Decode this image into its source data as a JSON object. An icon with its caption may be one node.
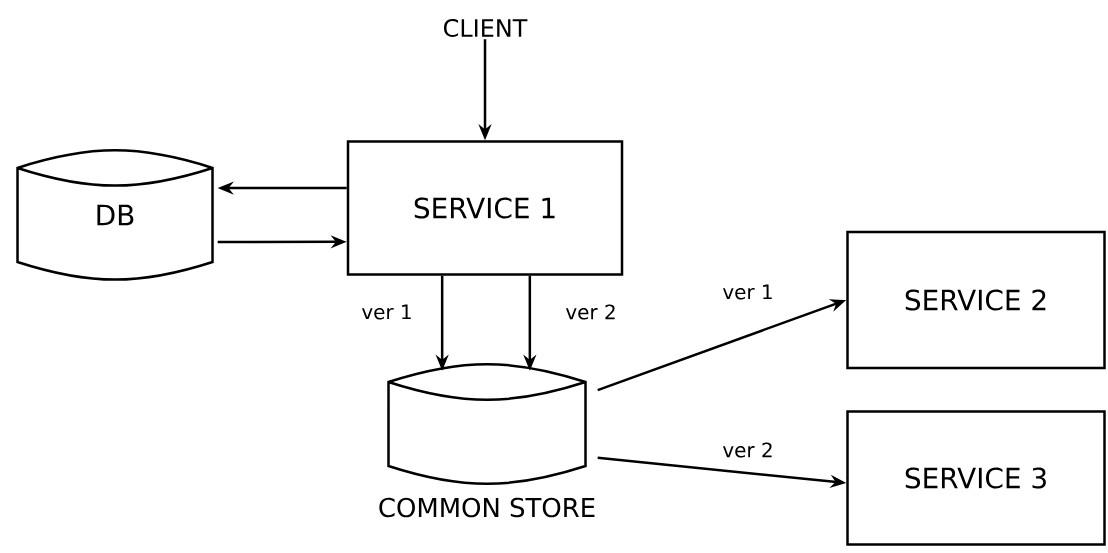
{
  "diagram": {
    "nodes": [
      {
        "text": [
          "CLIENT"
        ]
      },
      {
        "text": [
          "SERVICE 1"
        ]
      },
      {
        "text": [
          "DB"
        ]
      },
      {
        "text": [
          "COMMON STORE"
        ]
      },
      {
        "text": [
          "SERVICE 2"
        ]
      },
      {
        "text": [
          "SERVICE 3"
        ]
      }
    ],
    "edges": [
      {
        "from": 0,
        "to": 1,
        "arrow": "to"
      },
      {
        "from": 1,
        "to": 2,
        "arrow": "to"
      },
      {
        "from": 2,
        "to": 1,
        "arrow": "to"
      },
      {
        "from": 1,
        "to": 3,
        "arrow": "to",
        "label": "ver 1"
      },
      {
        "from": 1,
        "to": 3,
        "arrow": "to",
        "label": "ver 2"
      },
      {
        "from": 3,
        "to": 4,
        "arrow": "to",
        "label": "ver 1"
      },
      {
        "from": 3,
        "to": 5,
        "arrow": "to",
        "label": "ver 2"
      }
    ]
  }
}
